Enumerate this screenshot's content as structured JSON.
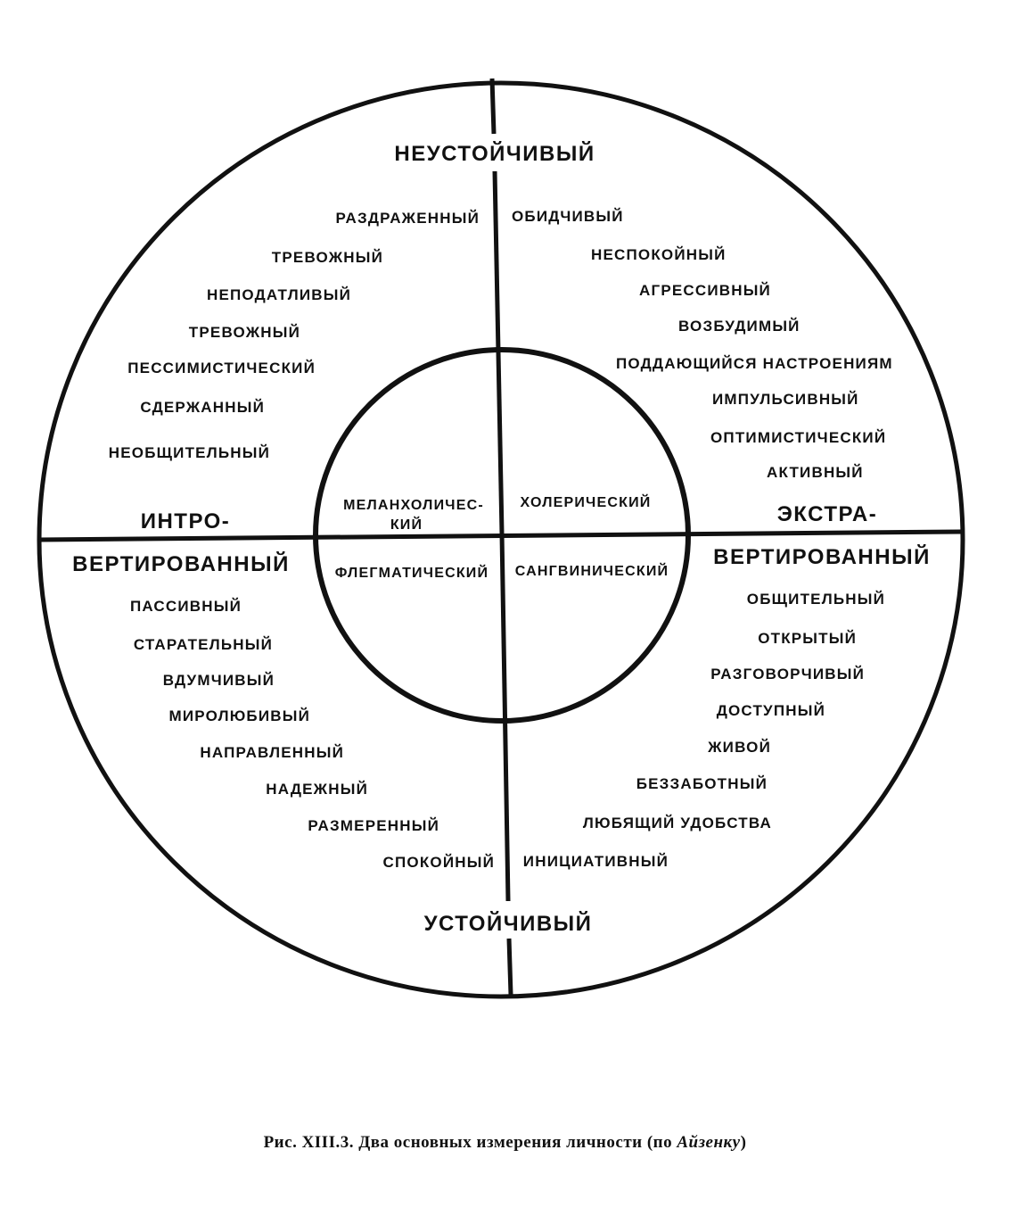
{
  "axes": {
    "top": "НЕУСТОЙЧИВЫЙ",
    "bottom": "УСТОЙЧИВЫЙ",
    "left_upper": "ИНТРО-",
    "left_lower": "ВЕРТИРОВАННЫЙ",
    "right_upper": "ЭКСТРА-",
    "right_lower": "ВЕРТИРОВАННЫЙ"
  },
  "temperaments": {
    "melancholic_line1": "МЕЛАНХОЛИЧЕС-",
    "melancholic_line2": "КИЙ",
    "choleric": "ХОЛЕРИЧЕСКИЙ",
    "phlegmatic": "ФЛЕГМАТИЧЕСКИЙ",
    "sanguine": "САНГВИНИЧЕСКИЙ"
  },
  "traits": {
    "upper_left": [
      "РАЗДРАЖЕННЫЙ",
      "ТРЕВОЖНЫЙ",
      "НЕПОДАТЛИВЫЙ",
      "ТРЕВОЖНЫЙ",
      "ПЕССИМИСТИЧЕСКИЙ",
      "СДЕРЖАННЫЙ",
      "НЕОБЩИТЕЛЬНЫЙ"
    ],
    "upper_right": [
      "ОБИДЧИВЫЙ",
      "НЕСПОКОЙНЫЙ",
      "АГРЕССИВНЫЙ",
      "ВОЗБУДИМЫЙ",
      "ПОДДАЮЩИЙСЯ НАСТРОЕНИЯМ",
      "ИМПУЛЬСИВНЫЙ",
      "ОПТИМИСТИЧЕСКИЙ",
      "АКТИВНЫЙ"
    ],
    "lower_left": [
      "ПАССИВНЫЙ",
      "СТАРАТЕЛЬНЫЙ",
      "ВДУМЧИВЫЙ",
      "МИРОЛЮБИВЫЙ",
      "НАПРАВЛЕННЫЙ",
      "НАДЕЖНЫЙ",
      "РАЗМЕРЕННЫЙ",
      "СПОКОЙНЫЙ"
    ],
    "lower_right": [
      "ОБЩИТЕЛЬНЫЙ",
      "ОТКРЫТЫЙ",
      "РАЗГОВОРЧИВЫЙ",
      "ДОСТУПНЫЙ",
      "ЖИВОЙ",
      "БЕЗЗАБОТНЫЙ",
      "ЛЮБЯЩИЙ УДОБСТВА",
      "ИНИЦИАТИВНЫЙ"
    ]
  },
  "caption": {
    "main": "Рис. XIII.3. Два основных измерения личности (по ",
    "author": "Айзенку",
    "end": ")"
  },
  "colors": {
    "ink": "#111111",
    "paper": "#ffffff"
  }
}
